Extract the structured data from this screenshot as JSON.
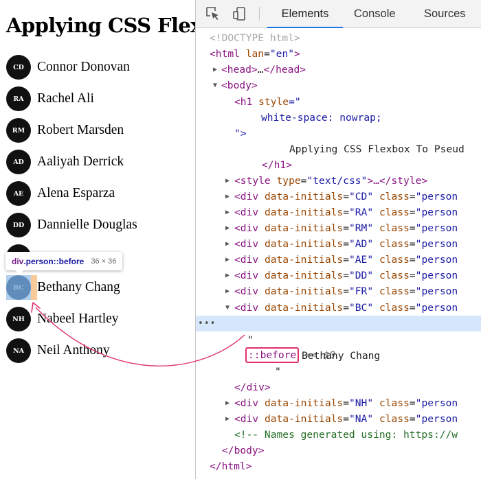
{
  "page": {
    "title": "Applying CSS Flexbox To Pseudo-Elements",
    "people": [
      {
        "initials": "CD",
        "name": "Connor Donovan"
      },
      {
        "initials": "RA",
        "name": "Rachel Ali"
      },
      {
        "initials": "RM",
        "name": "Robert Marsden"
      },
      {
        "initials": "AD",
        "name": "Aaliyah Derrick"
      },
      {
        "initials": "AE",
        "name": "Alena Esparza"
      },
      {
        "initials": "DD",
        "name": "Dannielle Douglas"
      },
      {
        "initials": "BC",
        "name": "Bethany Chang"
      },
      {
        "initials": "NH",
        "name": "Nabeel Hartley"
      },
      {
        "initials": "NA",
        "name": "Neil Anthony"
      }
    ],
    "highlighted_initials": "BC"
  },
  "tooltip": {
    "tag": "div",
    "selector": ".person::before",
    "size": "36 × 36"
  },
  "devtools": {
    "tabs": [
      "Elements",
      "Console",
      "Sources"
    ],
    "active_tab": "Elements",
    "icons": [
      "inspect-element-icon",
      "device-toolbar-icon"
    ],
    "dom": {
      "doctype": "<!DOCTYPE html>",
      "html_open": "<html",
      "html_attr": "lan",
      "html_val": "\"en\"",
      "head_open": "<head>",
      "head_ellipsis": "…",
      "head_close": "</head>",
      "body_open": "<body>",
      "h1_open": "<h1",
      "h1_attr": "style",
      "h1_eq": "=\"",
      "h1_style_value": "white-space: nowrap;",
      "h1_attr_end": "\">",
      "h1_text": "Applying CSS Flexbox To Pseud",
      "h1_close": "</h1>",
      "style_open": "<style",
      "style_attr": "type",
      "style_val": "\"text/css\"",
      "style_rest": ">…</style>",
      "div_open": "<div",
      "div_attr": "data-initials",
      "div_class_attr": "class",
      "div_class_val": "\"person",
      "rows_before": [
        "\"CD\"",
        "\"RA\"",
        "\"RM\"",
        "\"AD\"",
        "\"AE\"",
        "\"DD\"",
        "\"FR\"",
        "\"BC\""
      ],
      "selected_dots": "•••",
      "pseudo": "::before",
      "console_ref": "== $0",
      "quote_open": "\"",
      "text_node": "Bethany Chang",
      "quote_close": "\"",
      "div_close": "</div>",
      "rows_after": [
        "\"NH\"",
        "\"NA\""
      ],
      "comment": "<!-- Names generated using: https://w",
      "body_close": "</body>",
      "html_close": "</html>"
    }
  }
}
